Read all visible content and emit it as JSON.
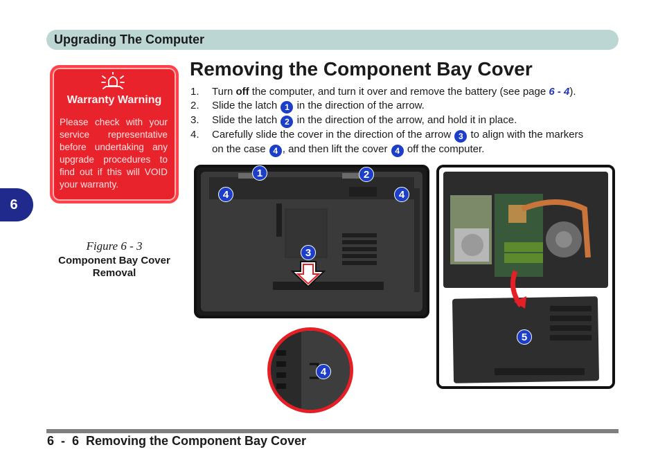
{
  "header": {
    "title": "Upgrading The Computer"
  },
  "chapter_tab": "6",
  "warning": {
    "icon": "warning-bell-icon",
    "title": "Warranty Warning",
    "body": "Please check with your service representative before undertaking any upgrade procedures to find out if this will VOID your warranty."
  },
  "figure": {
    "label": "Figure 6 - 3",
    "caption": "Component Bay Cover Removal"
  },
  "title": "Removing the Component Bay Cover",
  "steps": [
    {
      "num": "1.",
      "a": "Turn ",
      "bold": "off",
      "b": " the computer, and turn it over and remove the battery (see page ",
      "ref": "6 - 4",
      "c": ")."
    },
    {
      "num": "2.",
      "a": "Slide the latch ",
      "badge": "1",
      "b": " in the direction of the arrow."
    },
    {
      "num": "3.",
      "a": "Slide the latch ",
      "badge": "2",
      "b": " in the direction of the arrow, and hold it in place."
    },
    {
      "num": "4.",
      "a": "Carefully slide the cover in the direction of the arrow ",
      "badge": "3",
      "b": " to align with the markers",
      "line2a": "on the case ",
      "badge2": "4",
      "line2b": ", and then lift the cover ",
      "badge3": "4",
      "line2c": " off the computer."
    }
  ],
  "callouts": {
    "pic1": [
      "1",
      "2",
      "4",
      "4",
      "3"
    ],
    "pic2": [
      "5"
    ],
    "pic3": [
      "4"
    ]
  },
  "colors": {
    "callout_blue": "#1c3ec8",
    "warning_red": "#e9232c",
    "header_teal": "#bcd6d3",
    "tab_blue": "#1f2a8c"
  },
  "footer": {
    "text": "6  -  6  Removing the Component Bay Cover"
  }
}
